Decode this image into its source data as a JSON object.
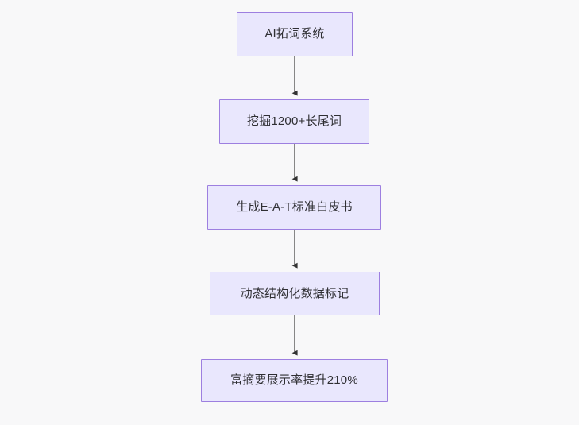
{
  "diagram": {
    "type": "flowchart",
    "direction": "top-to-bottom",
    "background_color": "#f8f8f9",
    "node_fill_color": "#e9e7fd",
    "node_border_color": "#9d7fe0",
    "node_text_color": "#2f2f33",
    "connector_color": "#7a7a7a",
    "arrowhead_color": "#333333",
    "nodes": [
      {
        "id": "node-0",
        "label": "AI拓词系统"
      },
      {
        "id": "node-1",
        "label": "挖掘1200+长尾词"
      },
      {
        "id": "node-2",
        "label": "生成E-A-T标准白皮书"
      },
      {
        "id": "node-3",
        "label": "动态结构化数据标记"
      },
      {
        "id": "node-4",
        "label": "富摘要展示率提升210%"
      }
    ],
    "edges": [
      {
        "from": "node-0",
        "to": "node-1",
        "label": ""
      },
      {
        "from": "node-1",
        "to": "node-2",
        "label": ""
      },
      {
        "from": "node-2",
        "to": "node-3",
        "label": ""
      },
      {
        "from": "node-3",
        "to": "node-4",
        "label": ""
      }
    ]
  }
}
